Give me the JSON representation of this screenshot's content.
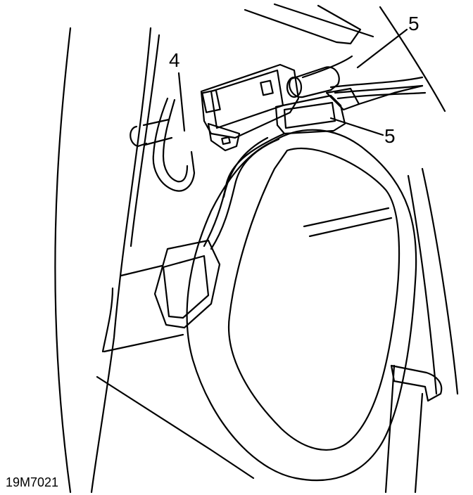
{
  "callouts": {
    "c4": "4",
    "c5a": "5",
    "c5b": "5"
  },
  "figure_code": "19M7021",
  "colors": {
    "ink": "#000000",
    "paper": "#ffffff"
  }
}
